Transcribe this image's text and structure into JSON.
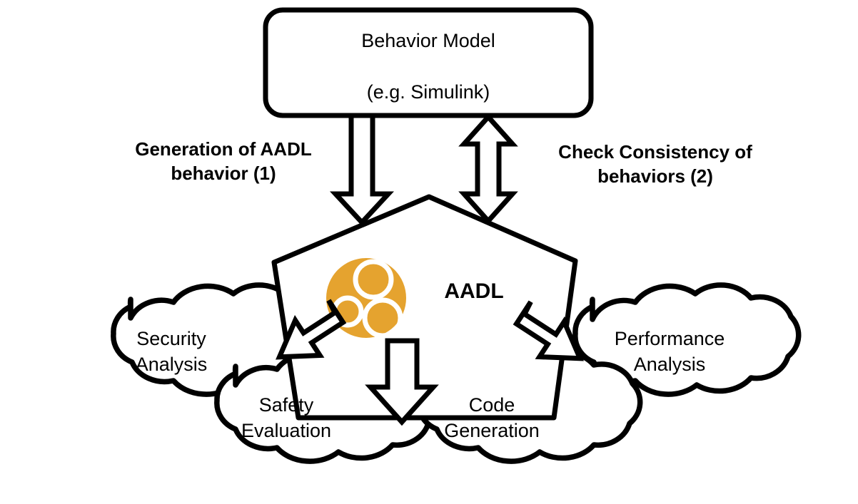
{
  "diagram": {
    "title_node": {
      "name": "behavior-model-box",
      "line1": "Behavior Model",
      "line2": "(e.g. Simulink)"
    },
    "center_node": {
      "name": "aadl-pentagon",
      "label": "AADL",
      "logo_name": "aadl-logo",
      "logo_color": "#E5A32F"
    },
    "edge_labels": {
      "left": "Generation of AADL\nbehavior (1)",
      "right": "Check Consistency of\nbehaviors (2)"
    },
    "clouds": [
      {
        "id": "security-analysis",
        "label": "Security\nAnalysis"
      },
      {
        "id": "safety-evaluation",
        "label": "Safety\nEvaluation"
      },
      {
        "id": "code-generation",
        "label": "Code\nGeneration"
      },
      {
        "id": "performance-analysis",
        "label": "Performance\nAnalysis"
      }
    ],
    "arrows": [
      {
        "id": "arrow-down-generation",
        "direction": "down"
      },
      {
        "id": "arrow-bidirectional-consistency",
        "direction": "up-down"
      },
      {
        "id": "arrow-to-safety",
        "direction": "down-left"
      },
      {
        "id": "arrow-to-code-generation",
        "direction": "down"
      },
      {
        "id": "arrow-to-performance",
        "direction": "down-right"
      }
    ],
    "colors": {
      "stroke": "#000000",
      "fill": "#ffffff",
      "accent": "#E5A32F"
    }
  }
}
